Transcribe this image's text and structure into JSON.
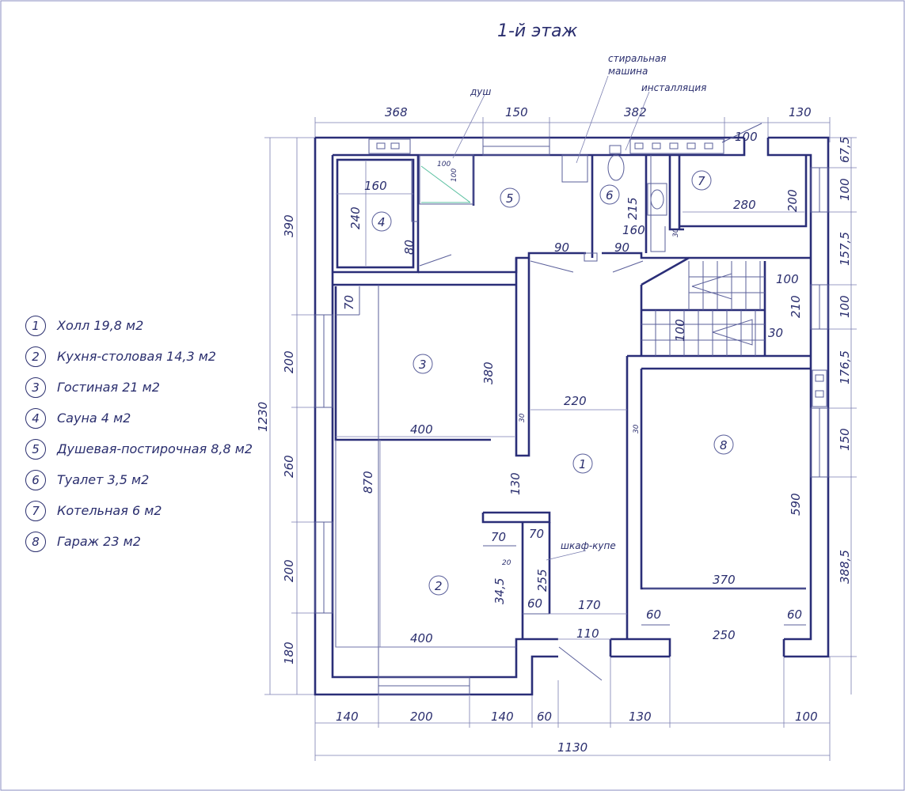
{
  "title": "1-й этаж",
  "labels": {
    "dush": "душ",
    "washer_line1": "стиральная",
    "washer_line2": "машина",
    "installation": "инсталляция",
    "wardrobe": "шкаф-купе"
  },
  "legend": [
    {
      "num": "1",
      "text": "Холл 19,8 м2"
    },
    {
      "num": "2",
      "text": "Кухня-столовая 14,3 м2"
    },
    {
      "num": "3",
      "text": "Гостиная 21 м2"
    },
    {
      "num": "4",
      "text": "Сауна 4 м2"
    },
    {
      "num": "5",
      "text": "Душевая-постирочная 8,8 м2"
    },
    {
      "num": "6",
      "text": "Туалет 3,5 м2"
    },
    {
      "num": "7",
      "text": "Котельная 6 м2"
    },
    {
      "num": "8",
      "text": "Гараж 23 м2"
    }
  ],
  "room_numbers": [
    "1",
    "2",
    "3",
    "4",
    "5",
    "6",
    "7",
    "8"
  ],
  "dims": {
    "top": [
      "368",
      "150",
      "382",
      "130"
    ],
    "bottom": [
      "140",
      "200",
      "140",
      "60",
      "130",
      "100"
    ],
    "total_bottom": "1130",
    "left": [
      "390",
      "200",
      "260",
      "200",
      "180"
    ],
    "total_left": "1230",
    "right": [
      "67,5",
      "100",
      "157,5",
      "100",
      "176,5",
      "150",
      "388,5"
    ],
    "interior": {
      "d100_vent": "100",
      "d160_sauna": "160",
      "d240_sauna": "240",
      "d80_sauna": "80",
      "d100_shower_a": "100",
      "d100_shower_b": "100",
      "d90_a": "90",
      "d215": "215",
      "d160_wc": "160",
      "d90_b": "90",
      "d30_wc": "30",
      "d280": "280",
      "d200_boiler": "200",
      "d100_stairs_a": "100",
      "d210": "210",
      "d100_stairs_b": "100",
      "d30_stairs": "30",
      "d70": "70",
      "d380": "380",
      "d400_top": "400",
      "d30_a": "30",
      "d220": "220",
      "d30_b": "30",
      "d870": "870",
      "d130": "130",
      "d70_a": "70",
      "d70_b": "70",
      "d20": "20",
      "d255": "255",
      "d345": "34,5",
      "d60_a": "60",
      "d170": "170",
      "d400_bottom": "400",
      "d110": "110",
      "d590": "590",
      "d370": "370",
      "d60_b": "60",
      "d60_c": "60",
      "d250": "250"
    }
  }
}
